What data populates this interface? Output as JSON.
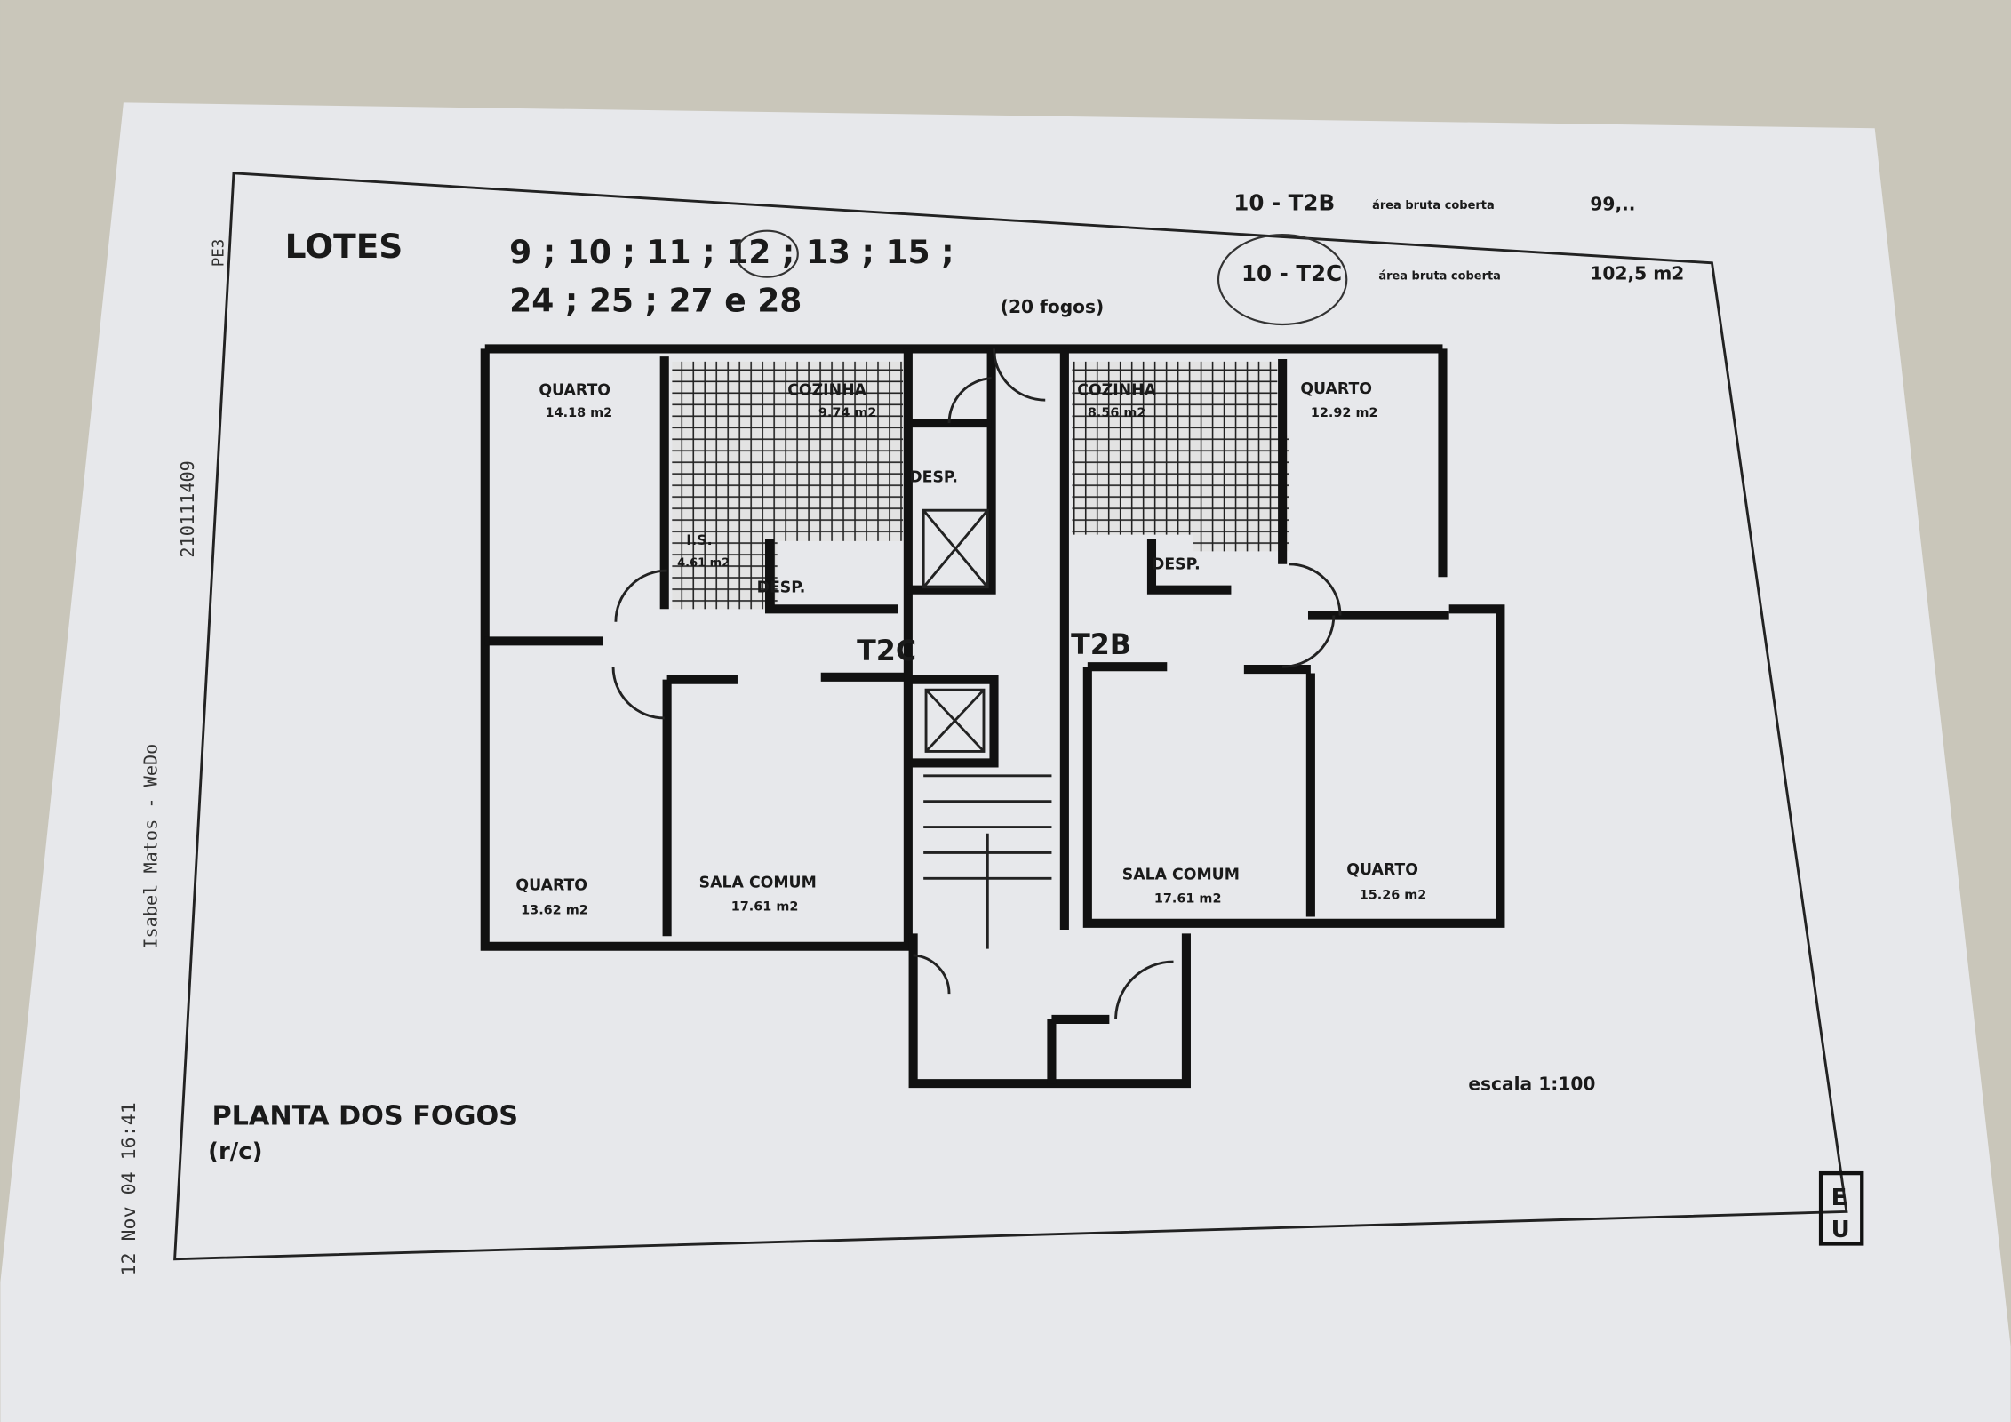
{
  "header": {
    "lotes_label": "LOTES",
    "lotes_line1": "9 ; 10 ; 11 ; 12 ; 13 ; 15 ;",
    "lotes_line2": "24 ; 25 ; 27 e 28",
    "fogos": "(20 fogos)"
  },
  "legend": [
    {
      "code": "10 - T2B",
      "label": "área bruta coberta",
      "value": "99,.."
    },
    {
      "code": "10 - T2C",
      "label": "área bruta coberta",
      "value": "102,5 m2"
    }
  ],
  "margin_notes": {
    "timestamp": "12 Nov 04 16:41",
    "author": "Isabel Matos - WeDo",
    "number": "210111409",
    "code": "PE3"
  },
  "plan": {
    "unit_left": "T2C",
    "unit_right": "T2B",
    "rooms": [
      {
        "name": "QUARTO",
        "area": "14.18 m2"
      },
      {
        "name": "COZINHA",
        "area": "9.74 m2"
      },
      {
        "name": "I.S.",
        "area": "4.61 m2"
      },
      {
        "name": "DESP.",
        "area": ""
      },
      {
        "name": "DESP.",
        "area": ""
      },
      {
        "name": "QUARTO",
        "area": "13.62 m2"
      },
      {
        "name": "SALA COMUM",
        "area": "17.61 m2"
      },
      {
        "name": "COZINHA",
        "area": "8.56 m2"
      },
      {
        "name": "QUARTO",
        "area": "12.92 m2"
      },
      {
        "name": "DESP.",
        "area": ""
      },
      {
        "name": "SALA COMUM",
        "area": "17.61 m2"
      },
      {
        "name": "QUARTO",
        "area": "15.26 m2"
      }
    ]
  },
  "footer": {
    "title": "PLANTA DOS FOGOS",
    "subtitle": "(r/c)",
    "scale": "escala 1:100",
    "logo_text": "EU"
  }
}
